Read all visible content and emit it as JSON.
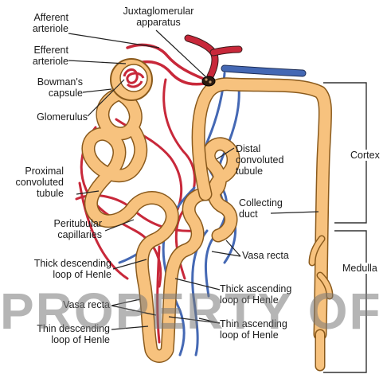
{
  "labels": {
    "afferent_arteriole": "Afferent\narteriole",
    "efferent_arteriole": "Efferent\narteriole",
    "bowmans_capsule": "Bowman's\ncapsule",
    "glomerulus": "Glomerulus",
    "proximal_convoluted_tubule": "Proximal\nconvoluted\ntubule",
    "peritubular_capillaries": "Peritubular\ncapillaries",
    "thick_descending_loop": "Thick descending\nloop of Henle",
    "vasa_recta_left": "Vasa recta",
    "thin_descending_loop": "Thin descending\nloop of Henle",
    "juxtaglomerular_apparatus": "Juxtaglomerular\napparatus",
    "distal_convoluted_tubule": "Distal\nconvoluted\ntubule",
    "collecting_duct": "Collecting\nduct",
    "vasa_recta_right": "Vasa recta",
    "thick_ascending_loop": "Thick ascending\nloop of Henle",
    "thin_ascending_loop": "Thin ascending\nloop of Henle",
    "cortex": "Cortex",
    "medulla": "Medulla"
  },
  "watermark": "PROPERTY OF ME",
  "colors": {
    "tubule_fill": "#F7C27E",
    "tubule_outline": "#8A5A1C",
    "artery": "#C8283A",
    "vein": "#4468B4",
    "vessel_outline": "#3a1a1a",
    "leader_line": "#222222"
  }
}
